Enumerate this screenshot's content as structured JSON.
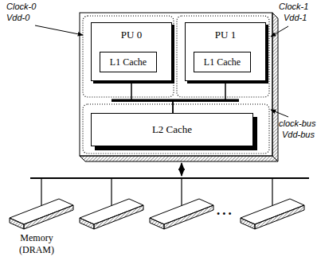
{
  "diagram": {
    "nodes": [
      {
        "text": [
          "PU 0"
        ]
      },
      {
        "text": [
          "L1 Cache"
        ],
        "in": 0
      },
      {
        "text": [
          "PU 1"
        ]
      },
      {
        "text": [
          "L1 Cache"
        ],
        "in": 2
      },
      {
        "text": [
          "L2 Cache"
        ]
      }
    ],
    "edges": [
      {
        "from": 0,
        "to": 4,
        "arrow": "none"
      },
      {
        "from": 2,
        "to": 4,
        "arrow": "none"
      }
    ],
    "labels": [
      "Clock-0",
      "Vdd-0",
      "Clock-1",
      "Vdd-1",
      "clock-bus",
      "Vdd-bus",
      "Memory (DRAM)",
      "• • •"
    ]
  }
}
